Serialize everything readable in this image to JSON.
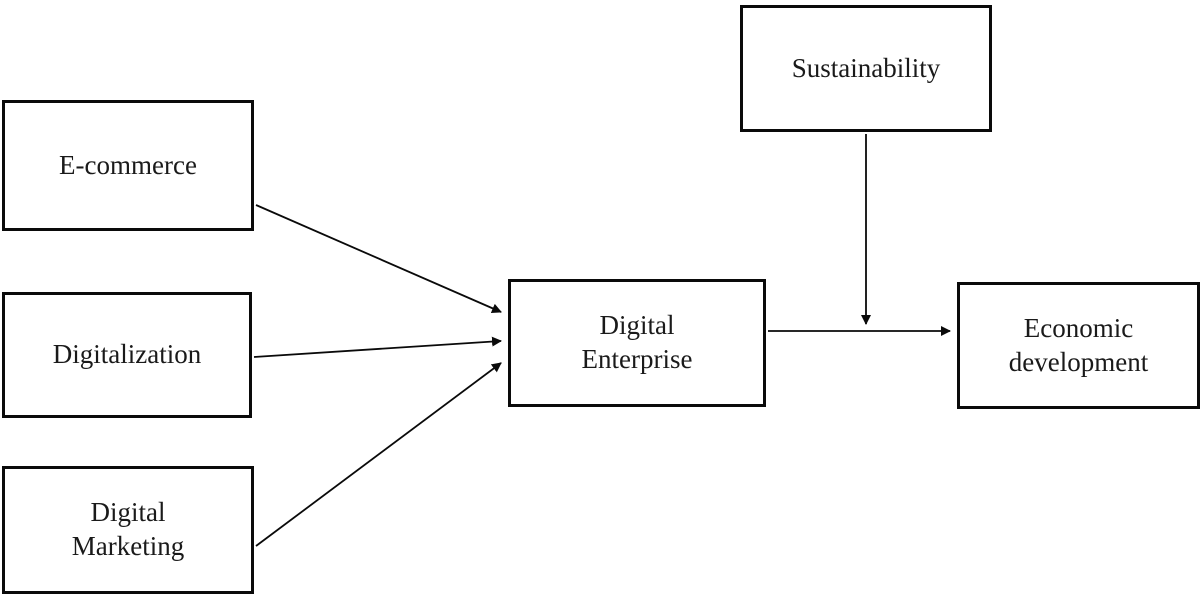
{
  "diagram": {
    "title": "digital-enterprise-conceptual-model",
    "colors": {
      "box_border": "#0a0a0a",
      "box_background": "#ffffff",
      "arrow": "#0a0a0a",
      "text": "#1a1a1a"
    },
    "nodes": {
      "ecommerce": {
        "label": "E-commerce"
      },
      "digitalization": {
        "label": "Digitalization"
      },
      "digital_marketing": {
        "label": "Digital\nMarketing"
      },
      "digital_enterprise": {
        "label": "Digital\nEnterprise"
      },
      "sustainability": {
        "label": "Sustainability"
      },
      "economic_development": {
        "label": "Economic\ndevelopment"
      }
    },
    "edges": [
      {
        "from": "ecommerce",
        "to": "digital_enterprise"
      },
      {
        "from": "digitalization",
        "to": "digital_enterprise"
      },
      {
        "from": "digital_marketing",
        "to": "digital_enterprise"
      },
      {
        "from": "digital_enterprise",
        "to": "economic_development"
      },
      {
        "from": "sustainability",
        "to": "digital_enterprise_economic_development_link"
      }
    ]
  }
}
